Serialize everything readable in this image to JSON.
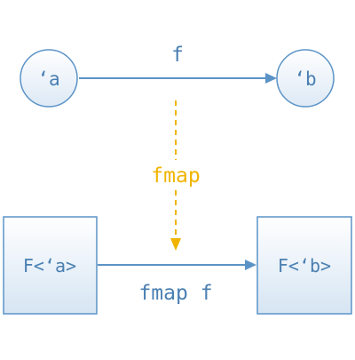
{
  "diagram": {
    "colors": {
      "stroke": "#5b93c7",
      "text": "#4a7fb2",
      "accent": "#f0b400",
      "node_fill_top": "#ffffff",
      "node_fill_bottom": "#dde9f5"
    },
    "top_left_node": {
      "label": "‘a"
    },
    "top_right_node": {
      "label": "‘b"
    },
    "bottom_left_node": {
      "label": "F<‘a>"
    },
    "bottom_right_node": {
      "label": "F<‘b>"
    },
    "top_arrow": {
      "label": "f"
    },
    "bottom_arrow": {
      "label": "fmap f"
    },
    "lift_arrow": {
      "label": "fmap",
      "style": "dashed"
    }
  }
}
